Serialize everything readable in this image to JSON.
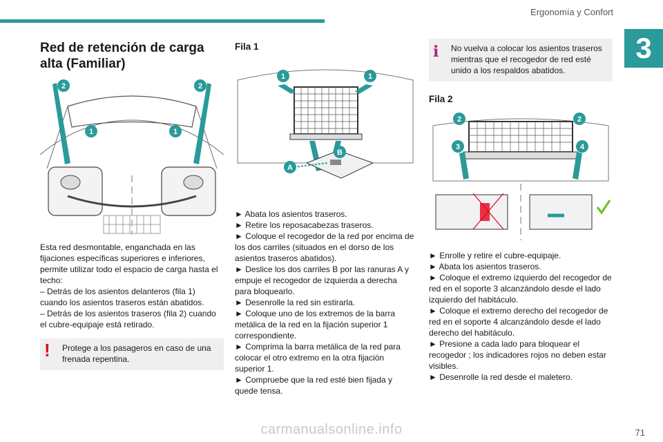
{
  "header": {
    "title": "Ergonomía y Confort",
    "chapter": "3",
    "page_number": "71"
  },
  "watermark": "carmanualsonline.info",
  "col1": {
    "title": "Red de retención de carga alta (Familiar)",
    "intro": "Esta red desmontable, enganchada en las fijaciones específicas superiores e inferiores, permite utilizar todo el espacio de carga hasta el techo:",
    "bullet1": "–  Detrás de los asientos delanteros (fila 1) cuando los asientos traseros están abatidos.",
    "bullet2": "–  Detrás de los asientos traseros (fila 2) cuando el cubre-equipaje está retirado.",
    "warning": "Protege a los pasageros en caso de una frenada repentina.",
    "warning_icon": "!",
    "fig_labels": {
      "top_left": "2",
      "top_right": "2",
      "mid_left": "1",
      "mid_right": "1"
    }
  },
  "col2": {
    "title": "Fila 1",
    "fig_labels": {
      "left": "1",
      "right": "1",
      "a": "A",
      "b": "B"
    },
    "steps": [
      "►  Abata los asientos traseros.",
      "►  Retire los reposacabezas traseros.",
      "►  Coloque el recogedor de la red por encima de los dos carriles (situados en el dorso de los asientos traseros abatidos).",
      "►  Deslice los dos carriles B por las ranuras A y empuje el recogedor de izquierda a derecha para bloquearlo.",
      "►  Desenrolle la red sin estirarla.",
      "►  Coloque uno de los extremos de la barra metálica de la red en la fijación superior 1 correspondiente.",
      "►  Comprima la barra metálica de la red para colocar el otro extremo en la otra fijación superior 1.",
      "►  Compruebe que la red esté bien fijada y quede tensa."
    ]
  },
  "col3": {
    "info": "No vuelva a colocar los asientos traseros mientras que el recogedor de red esté unido a los respaldos abatidos.",
    "info_icon": "i",
    "title": "Fila 2",
    "fig_labels": {
      "tl": "2",
      "tr": "2",
      "ml": "3",
      "mr": "4"
    },
    "steps": [
      "►  Enrolle y retire el cubre-equipaje.",
      "►  Abata los asientos traseros.",
      "►  Coloque el extremo izquierdo del recogedor de red en el soporte 3 alcanzándolo desde el lado izquierdo del habitáculo.",
      "►  Coloque el extremo derecho del recogedor de red en el soporte 4 alcanzándolo desde el lado derecho del habitáculo.",
      "►  Presione a cada lado para bloquear el recogedor ; los indicadores rojos no deben estar visibles.",
      "►  Desenrolle la red desde el maletero."
    ]
  }
}
